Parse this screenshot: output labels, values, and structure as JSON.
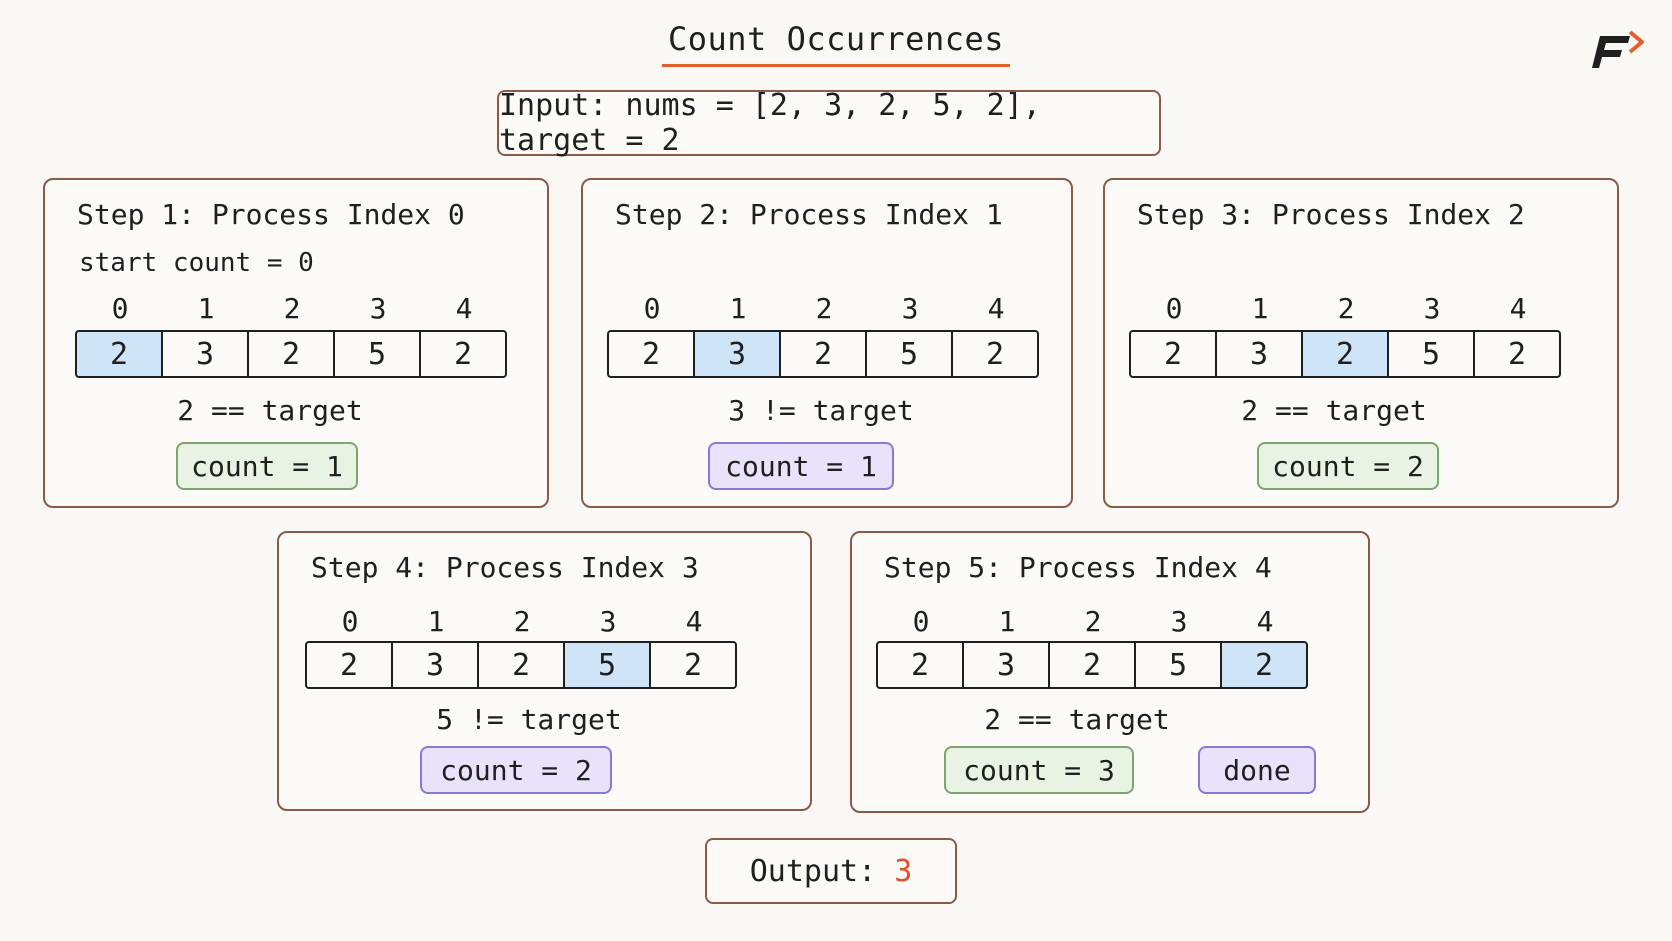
{
  "title": "Count Occurrences",
  "input_text": "Input: nums = [2, 3, 2, 5, 2], target = 2",
  "indices": [
    "0",
    "1",
    "2",
    "3",
    "4"
  ],
  "nums": [
    "2",
    "3",
    "2",
    "5",
    "2"
  ],
  "steps": [
    {
      "title": "Step 1: Process Index 0",
      "start": "start count = 0",
      "compare": "2 == target",
      "count": "count = 1",
      "highlight_index": 0,
      "count_style": "green"
    },
    {
      "title": "Step 2: Process Index 1",
      "compare": "3 != target",
      "count": "count = 1",
      "highlight_index": 1,
      "count_style": "purple"
    },
    {
      "title": "Step 3: Process Index 2",
      "compare": "2 == target",
      "count": "count = 2",
      "highlight_index": 2,
      "count_style": "green"
    },
    {
      "title": "Step 4: Process Index 3",
      "compare": "5 != target",
      "count": "count = 2",
      "highlight_index": 3,
      "count_style": "purple"
    },
    {
      "title": "Step 5: Process Index 4",
      "compare": "2 == target",
      "count": "count = 3",
      "done": "done",
      "highlight_index": 4,
      "count_style": "green"
    }
  ],
  "output_label": "Output:",
  "output_value": "3",
  "colors": {
    "highlight": "#cfe4f7",
    "accent": "#e0502a",
    "green_pill": "#e9f3e3",
    "purple_pill": "#e8e2fb"
  },
  "logo": "brand-logo-icon"
}
